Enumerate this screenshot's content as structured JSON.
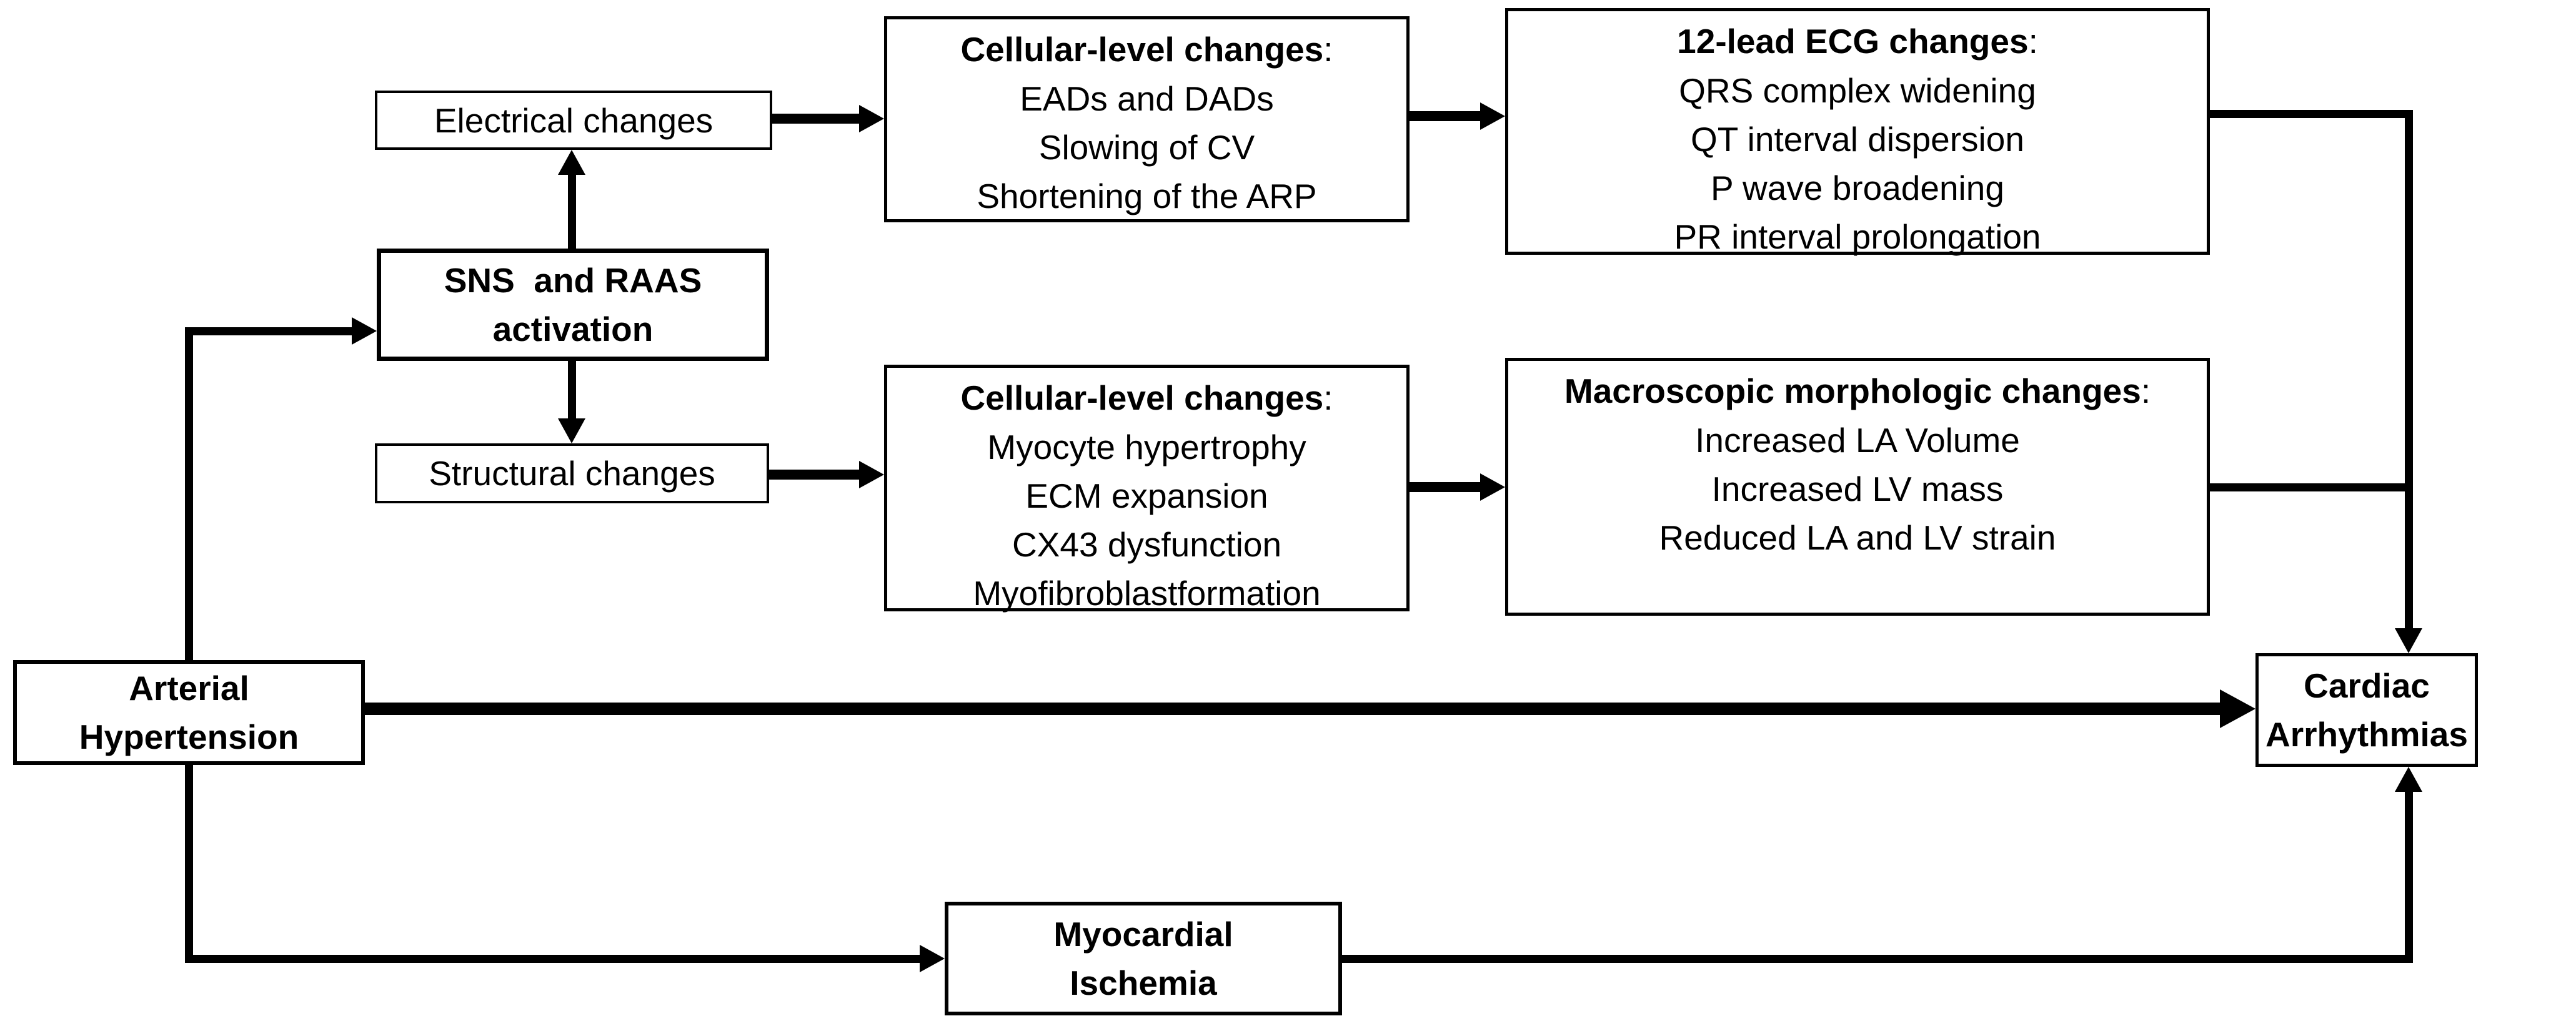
{
  "diagram": {
    "background_color": "#ffffff",
    "line_color": "#000000",
    "boxes": {
      "electrical": {
        "label": "Electrical changes"
      },
      "sns": {
        "lines": [
          "SNS  and RAAS",
          "activation"
        ]
      },
      "structural": {
        "label": "Structural changes"
      },
      "cellular_electrical": {
        "title": "Cellular-level changes",
        "title_suffix": ":",
        "items": [
          "EADs and DADs",
          "Slowing of CV",
          "Shortening of the ARP"
        ]
      },
      "ecg": {
        "title": "12-lead ECG changes",
        "title_suffix": ":",
        "items": [
          "QRS complex widening",
          "QT interval dispersion",
          "P wave broadening",
          "PR interval prolongation"
        ]
      },
      "cellular_structural": {
        "title": "Cellular-level changes",
        "title_suffix": ":",
        "items": [
          "Myocyte hypertrophy",
          "ECM expansion",
          "CX43 dysfunction",
          "Myofibroblastformation"
        ]
      },
      "macroscopic": {
        "title": "Macroscopic morphologic changes",
        "title_suffix": ":",
        "items": [
          "Increased LA Volume",
          "Increased LV mass",
          "Reduced LA and LV strain"
        ]
      },
      "arterial": {
        "lines": [
          "Arterial",
          "Hypertension"
        ]
      },
      "cardiac": {
        "lines": [
          "Cardiac",
          "Arrhythmias"
        ]
      },
      "myocardial": {
        "lines": [
          "Myocardial",
          "Ischemia"
        ]
      }
    }
  }
}
